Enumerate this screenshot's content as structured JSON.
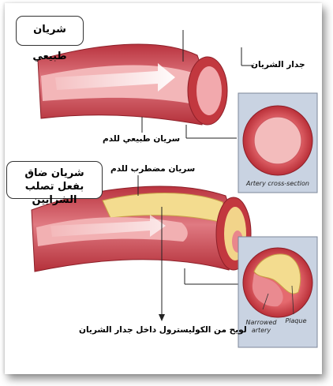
{
  "top_box_label": "شريان طبيعي",
  "bottom_box_label": "شريان ضاق بفعل تصلب الشرايين",
  "labels": {
    "artery_wall": "جدار الشريان",
    "normal_blood_flow": "سريان طبيعي للدم",
    "disturbed_blood_flow": "سريان مضطرب للدم",
    "cholesterol_plaque": "لويح من الكوليسترول داخل جدار الشريان"
  },
  "inset_labels": {
    "artery_cross_section": "Artery cross-section",
    "narrowed_artery": "Narrowed artery",
    "plaque": "Plaque"
  },
  "colors": {
    "artery_outer": "#c7414b",
    "artery_inner": "#e8848a",
    "lumen_light": "#f6c9c9",
    "plaque": "#f3dc8f",
    "inset_panel": "#c9d3e2"
  }
}
